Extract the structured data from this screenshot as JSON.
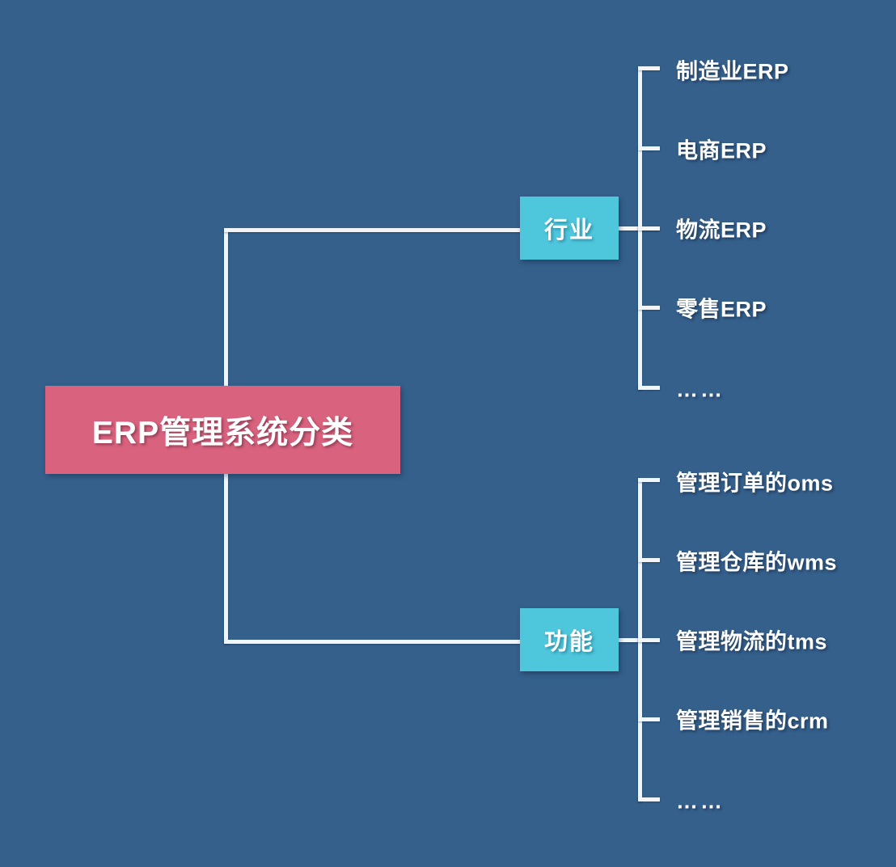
{
  "diagram": {
    "title": "ERP管理系统分类",
    "background_color": "#35608c",
    "root": {
      "label": "ERP管理系统分类",
      "color": "#d9637f"
    },
    "branches": [
      {
        "label": "行业",
        "color": "#4ec6dc",
        "leaves": [
          {
            "label": "制造业ERP"
          },
          {
            "label": "电商ERP"
          },
          {
            "label": "物流ERP"
          },
          {
            "label": "零售ERP"
          },
          {
            "label": "……"
          }
        ]
      },
      {
        "label": "功能",
        "color": "#4ec6dc",
        "leaves": [
          {
            "label": "管理订单的oms"
          },
          {
            "label": "管理仓库的wms"
          },
          {
            "label": "管理物流的tms"
          },
          {
            "label": "管理销售的crm"
          },
          {
            "label": "……"
          }
        ]
      }
    ],
    "connector_color": "#f2f5f8"
  }
}
